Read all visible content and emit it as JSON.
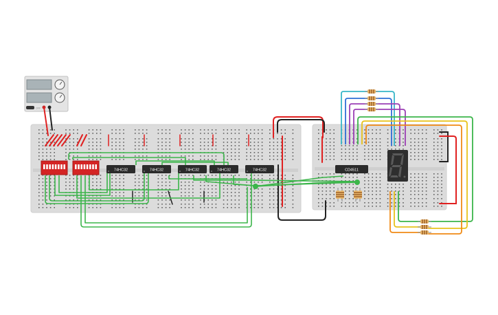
{
  "power_supply": {
    "name": "DC power supply",
    "indicator_label": "OFF"
  },
  "chips": {
    "left_board": [
      "74HC32",
      "74HC32",
      "74HC32",
      "74HC32",
      "74HC32"
    ],
    "right_board": [
      "CD4511"
    ]
  },
  "dip_switches": {
    "count": 2,
    "positions_per_switch": 8
  },
  "display": {
    "type": "7-segment",
    "shown_digit": "8"
  },
  "colors": {
    "breadboard": "#dcdcdc",
    "chip": "#2b2b2b",
    "switch": "#d42424",
    "wire_green": "#3bb54a",
    "wire_red": "#e02020",
    "wire_black": "#222222",
    "wire_cyan": "#37b6c8",
    "wire_blue": "#2f6fd6",
    "wire_purple": "#9b3fb5",
    "wire_yellow": "#e8c21a",
    "wire_orange": "#f08a16",
    "resistor": "#e9b86b"
  }
}
